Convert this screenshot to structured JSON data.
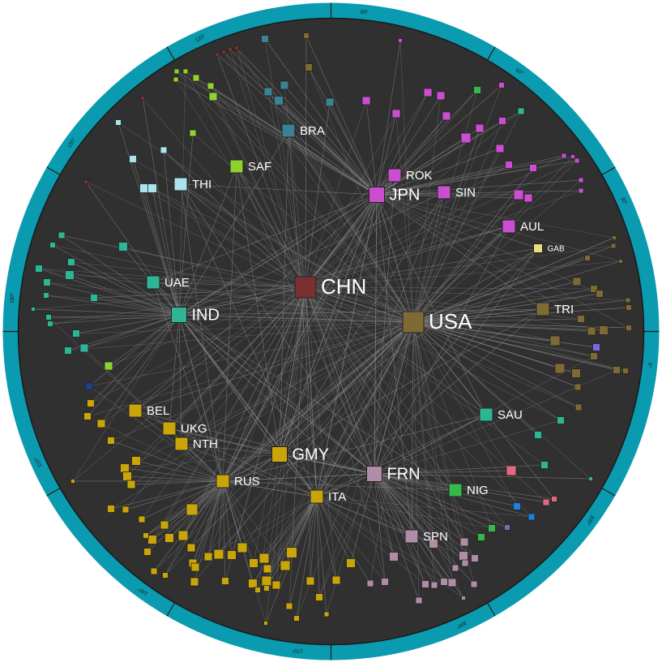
{
  "ring": {
    "outer_color": "#0a9bb0",
    "inner_color": "#303030",
    "edge_color": "#8a8a8a",
    "ticks": [
      {
        "label": "0°",
        "angle": 0
      },
      {
        "label": "30°",
        "angle": 30
      },
      {
        "label": "60°",
        "angle": 60
      },
      {
        "label": "90°",
        "angle": 90
      },
      {
        "label": "120°",
        "angle": 120
      },
      {
        "label": "150°",
        "angle": 150
      },
      {
        "label": "180°",
        "angle": 180
      },
      {
        "label": "210°",
        "angle": 210
      },
      {
        "label": "240°",
        "angle": 240
      },
      {
        "label": "270°",
        "angle": 270
      },
      {
        "label": "300°",
        "angle": 300
      },
      {
        "label": "330°",
        "angle": 330
      }
    ]
  },
  "labeled_nodes": [
    {
      "id": "CHN",
      "color": "#7a3030",
      "size": 4
    },
    {
      "id": "USA",
      "color": "#7d6a35",
      "size": 4
    },
    {
      "id": "GMY",
      "color": "#c9a50a",
      "size": 3
    },
    {
      "id": "JPN",
      "color": "#c94fd0",
      "size": 3
    },
    {
      "id": "IND",
      "color": "#2fb595",
      "size": 3
    },
    {
      "id": "FRN",
      "color": "#b08ca8",
      "size": 3
    },
    {
      "id": "RUS",
      "color": "#c9a50a",
      "size": 2
    },
    {
      "id": "ITA",
      "color": "#c9a50a",
      "size": 2
    },
    {
      "id": "ROK",
      "color": "#c94fd0",
      "size": 2
    },
    {
      "id": "SIN",
      "color": "#c94fd0",
      "size": 2
    },
    {
      "id": "UAE",
      "color": "#2fb595",
      "size": 2
    },
    {
      "id": "UKG",
      "color": "#c9a50a",
      "size": 2
    },
    {
      "id": "NTH",
      "color": "#c9a50a",
      "size": 2
    },
    {
      "id": "BEL",
      "color": "#c9a50a",
      "size": 2
    },
    {
      "id": "SAF",
      "color": "#8fd12e",
      "size": 2
    },
    {
      "id": "BRA",
      "color": "#3a8294",
      "size": 2
    },
    {
      "id": "THI",
      "color": "#a8e4ea",
      "size": 2
    },
    {
      "id": "AUL",
      "color": "#c94fd0",
      "size": 2
    },
    {
      "id": "TRI",
      "color": "#7d6a35",
      "size": 2
    },
    {
      "id": "SAU",
      "color": "#2fb595",
      "size": 2
    },
    {
      "id": "NIG",
      "color": "#36b84a",
      "size": 2
    },
    {
      "id": "SPN",
      "color": "#b08ca8",
      "size": 2
    },
    {
      "id": "GAB",
      "color": "#e8e07a",
      "size": 1
    }
  ]
}
